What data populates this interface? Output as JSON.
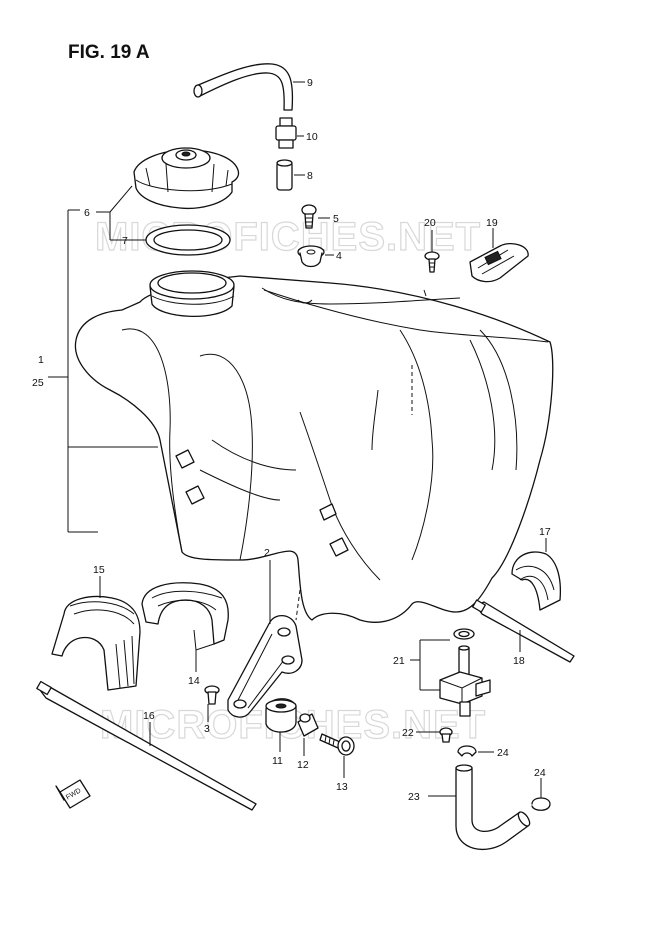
{
  "figure": {
    "title": "FIG. 19 A",
    "watermark": "MICROFICHES.NET",
    "fwd_label": "FWD"
  },
  "callouts": {
    "c1": "1",
    "c2": "2",
    "c3": "3",
    "c4": "4",
    "c5": "5",
    "c6": "6",
    "c7": "7",
    "c8": "8",
    "c9": "9",
    "c10": "10",
    "c11": "11",
    "c12": "12",
    "c13": "13",
    "c14": "14",
    "c15": "15",
    "c16": "16",
    "c17": "17",
    "c18": "18",
    "c19": "19",
    "c20": "20",
    "c21": "21",
    "c22": "22",
    "c23": "23",
    "c24a": "24",
    "c24b": "24",
    "c25": "25"
  },
  "colors": {
    "ink": "#111111",
    "background": "#ffffff",
    "watermark": "#d8d8d8"
  }
}
